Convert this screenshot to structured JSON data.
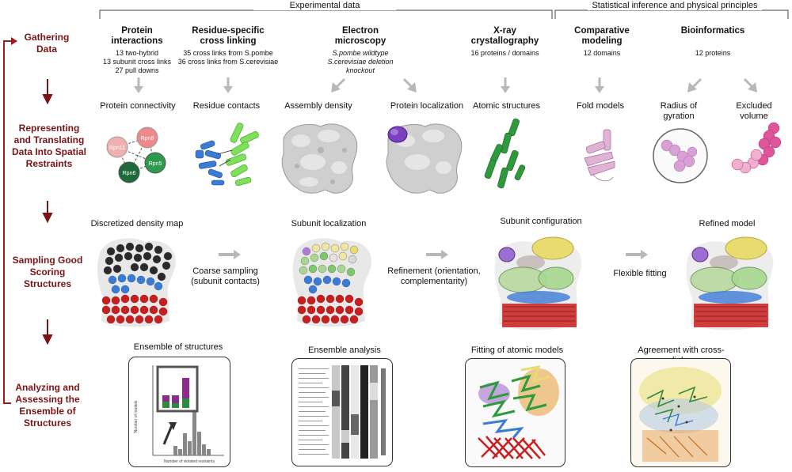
{
  "headers": {
    "experimental": "Experimental data",
    "statistical": "Statistical inference and physical principles"
  },
  "stages": {
    "gathering": [
      "Gathering",
      "Data"
    ],
    "representing": [
      "Representing",
      "and Translating",
      "Data Into Spatial",
      "Restraints"
    ],
    "sampling": [
      "Sampling Good",
      "Scoring",
      "Structures"
    ],
    "analyzing": [
      "Analyzing and",
      "Assessing the",
      "Ensemble of",
      "Structures"
    ]
  },
  "sources": {
    "protein_interactions": {
      "title": [
        "Protein",
        "interactions"
      ],
      "details": [
        "13 two-hybrid",
        "13 subunit cross links",
        "27 pull downs"
      ]
    },
    "cross_linking": {
      "title": [
        "Residue-specific",
        "cross linking"
      ],
      "details": [
        "35 cross links from S.pombe",
        "36 cross links from S.cerevisiae"
      ]
    },
    "em": {
      "title": [
        "Electron",
        "microscopy"
      ],
      "details": [
        "S.pombe wildtype",
        "S.cerevisiae deletion knockout"
      ]
    },
    "xray": {
      "title": [
        "X-ray",
        "crystallography"
      ],
      "details": [
        "16 proteins / domains"
      ]
    },
    "comparative": {
      "title": [
        "Comparative",
        "modeling"
      ],
      "details": [
        "12 domains"
      ]
    },
    "bioinformatics": {
      "title": [
        "Bioinformatics"
      ],
      "details": [
        "12 proteins"
      ]
    }
  },
  "restraints": {
    "connectivity": "Protein connectivity",
    "residue_contacts": "Residue contacts",
    "assembly_density": "Assembly density",
    "protein_localization": "Protein localization",
    "atomic_structures": "Atomic structures",
    "fold_models": "Fold models",
    "radius": [
      "Radius of",
      "gyration"
    ],
    "excluded": [
      "Excluded",
      "volume"
    ]
  },
  "network_nodes": [
    "Rpn11",
    "Rpn8",
    "Rpn6",
    "Rpn5"
  ],
  "sampling": {
    "discretized": "Discretized density map",
    "coarse": [
      "Coarse sampling",
      "(subunit contacts)"
    ],
    "localization": "Subunit localization",
    "refinement": [
      "Refinement (orientation,",
      "complementarity)"
    ],
    "configuration": "Subunit configuration",
    "flexible": "Flexible fitting",
    "refined": "Refined model"
  },
  "analysis": {
    "ensemble": "Ensemble of structures",
    "ensemble_analysis": "Ensemble analysis",
    "fitting": "Fitting of atomic models",
    "agreement": "Agreement with cross-links"
  },
  "hist": {
    "ylabel": "Number of models",
    "xlabel": "Number of violated restraints"
  },
  "colors": {
    "stage": "#7a1414",
    "arrow": "#b3b3b3",
    "green": "#2e8b3d",
    "blue": "#3b7bd4",
    "purple": "#7b3fc2",
    "pink": "#e0559a",
    "lightpink": "#e6b3d6",
    "red": "#c81e1e",
    "yellow": "#e8dc70"
  }
}
